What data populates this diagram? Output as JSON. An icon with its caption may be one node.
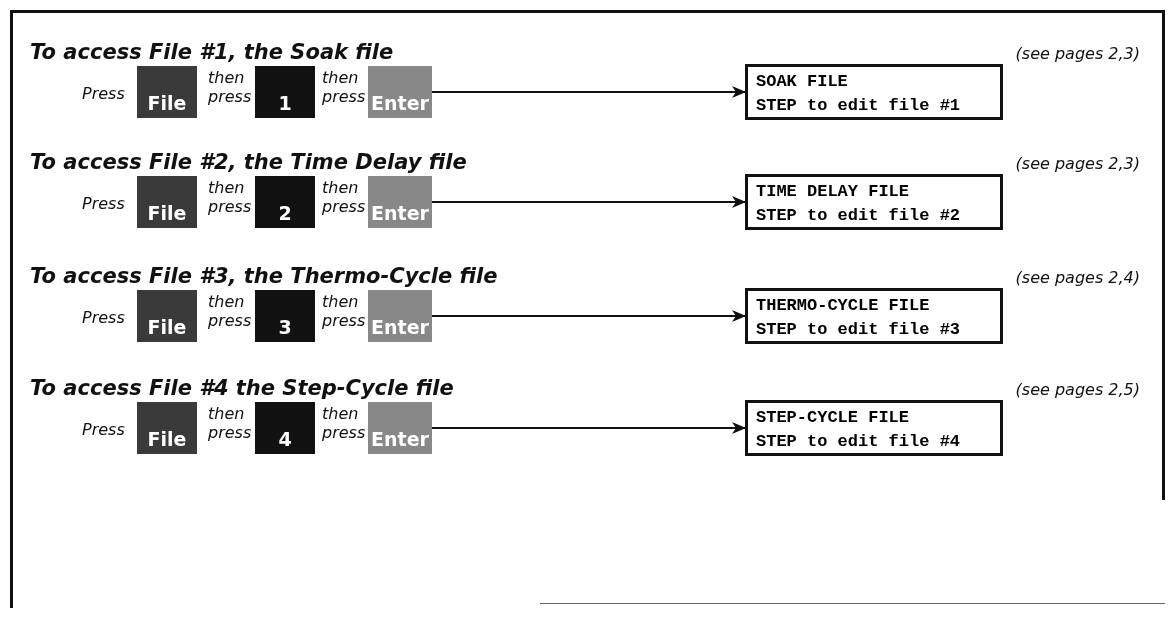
{
  "diagram": {
    "nodes": [
      {
        "text": [
          "File"
        ]
      },
      {
        "text": [
          "1"
        ]
      },
      {
        "text": [
          "Enter"
        ]
      },
      {
        "text": [
          "SOAK FILE",
          "STEP to edit file #1"
        ]
      },
      {
        "text": [
          "File"
        ]
      },
      {
        "text": [
          "2"
        ]
      },
      {
        "text": [
          "Enter"
        ]
      },
      {
        "text": [
          "TIME DELAY FILE",
          "STEP to edit file #2"
        ]
      },
      {
        "text": [
          "File"
        ]
      },
      {
        "text": [
          "3"
        ]
      },
      {
        "text": [
          "Enter"
        ]
      },
      {
        "text": [
          "THERMO-CYCLE FILE",
          "STEP to edit file #3"
        ]
      },
      {
        "text": [
          "File"
        ]
      },
      {
        "text": [
          "4"
        ]
      },
      {
        "text": [
          "Enter"
        ]
      },
      {
        "text": [
          "STEP-CYCLE FILE",
          "STEP to edit file #4"
        ]
      }
    ],
    "edges": [
      {
        "from": 2,
        "to": 3,
        "arrow": "to"
      },
      {
        "from": 6,
        "to": 7,
        "arrow": "to"
      },
      {
        "from": 10,
        "to": 11,
        "arrow": "to"
      },
      {
        "from": 14,
        "to": 15,
        "arrow": "to"
      }
    ],
    "labels": [
      "To access File #1, the Soak file",
      "(see pages 2,3)",
      "Press",
      "then press",
      "then press",
      "To access File #2, the Time Delay file",
      "(see pages 2,3)",
      "Press",
      "then press",
      "then press",
      "To access File #3, the Thermo-Cycle file",
      "(see pages 2,4)",
      "Press",
      "then press",
      "then press",
      "To access File #4 the Step-Cycle file",
      "(see pages 2,5)",
      "Press",
      "then press",
      "then press"
    ]
  }
}
